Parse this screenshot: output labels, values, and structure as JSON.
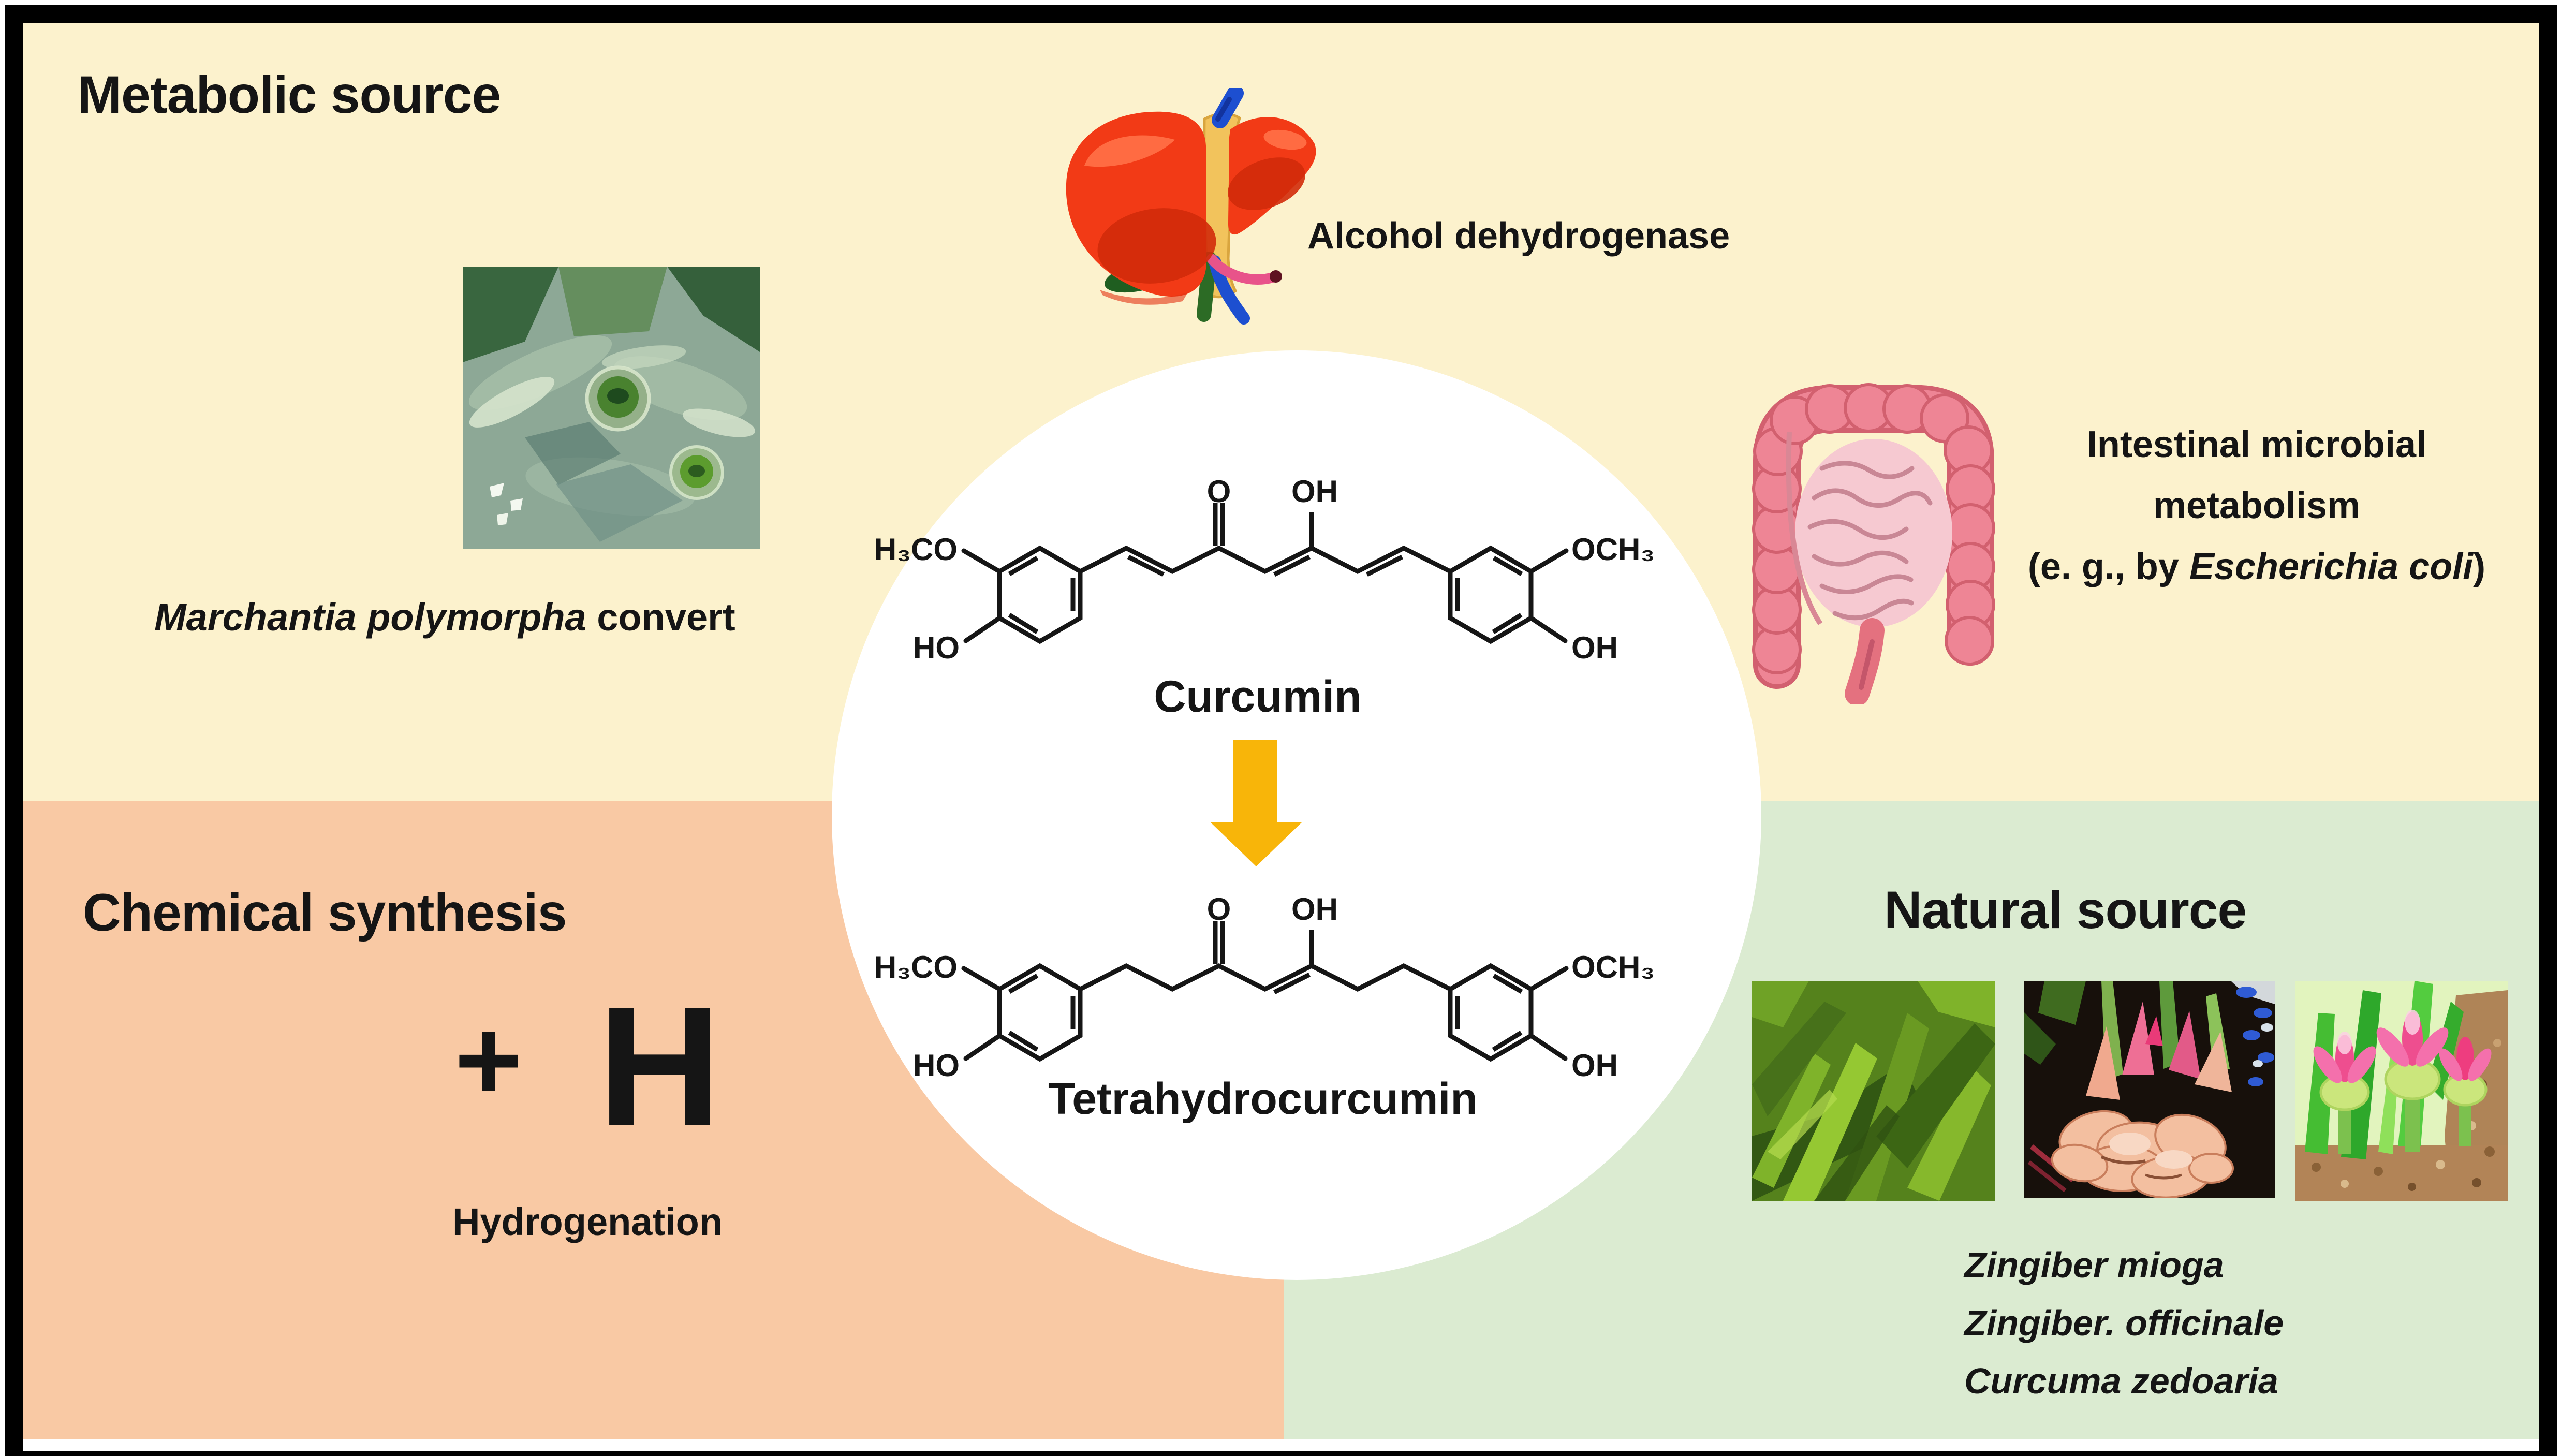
{
  "figure": {
    "quadrants": {
      "metabolic": {
        "title": "Metabolic source",
        "bg": "#FCF2CD"
      },
      "chemical": {
        "title": "Chemical synthesis",
        "bg": "#F9C9A4"
      },
      "natural": {
        "title": "Natural source",
        "bg": "#DBEBD1"
      }
    },
    "metabolic": {
      "alcohol_label": "Alcohol dehydrogenase",
      "marchantia_italic": "Marchantia polymorpha",
      "marchantia_rest": " convert",
      "intestinal_line1": "Intestinal microbial",
      "intestinal_line2": "metabolism",
      "intestinal_line3_pre": "(e. g., by ",
      "intestinal_line3_species": "Escherichia coli",
      "intestinal_line3_post": ")"
    },
    "chemical": {
      "plus": "+",
      "hydrogen": "H",
      "caption": "Hydrogenation"
    },
    "natural": {
      "species": [
        "Zingiber mioga",
        "Zingiber. officinale",
        "Curcuma zedoaria"
      ]
    },
    "center": {
      "compound_top": "Curcumin",
      "compound_bottom": "Tetrahydrocurcumin",
      "groups": {
        "o": "O",
        "oh": "OH",
        "h3co": "H₃CO",
        "ho": "HO",
        "och3": "OCH₃"
      }
    },
    "colors": {
      "arrow": "#F8B509",
      "frame": "#000000",
      "panel_top": "#FCF2CD",
      "panel_chemical": "#F9C9A4",
      "panel_natural": "#DBEBD1",
      "text": "#151515"
    }
  }
}
